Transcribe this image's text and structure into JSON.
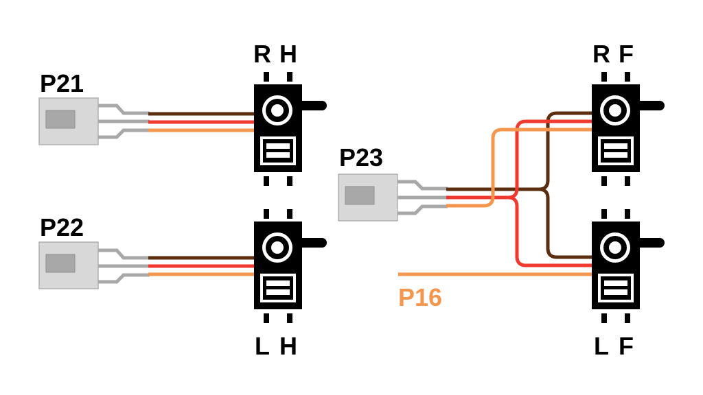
{
  "connectors": {
    "p21": "P21",
    "p22": "P22",
    "p23": "P23"
  },
  "signal_label": "P16",
  "servos": {
    "right_hip": {
      "l1": "R",
      "l2": "H"
    },
    "left_hip": {
      "l1": "L",
      "l2": "H"
    },
    "right_foot": {
      "l1": "R",
      "l2": "F"
    },
    "left_foot": {
      "l1": "L",
      "l2": "F"
    }
  },
  "colors": {
    "ground_wire": "#5a2e0f",
    "power_wire": "#f03a30",
    "signal_wire": "#f5964f",
    "connector_fill": "#d8d8d8",
    "servo_body": "#000000",
    "lead_grey": "#a8a8a8"
  }
}
